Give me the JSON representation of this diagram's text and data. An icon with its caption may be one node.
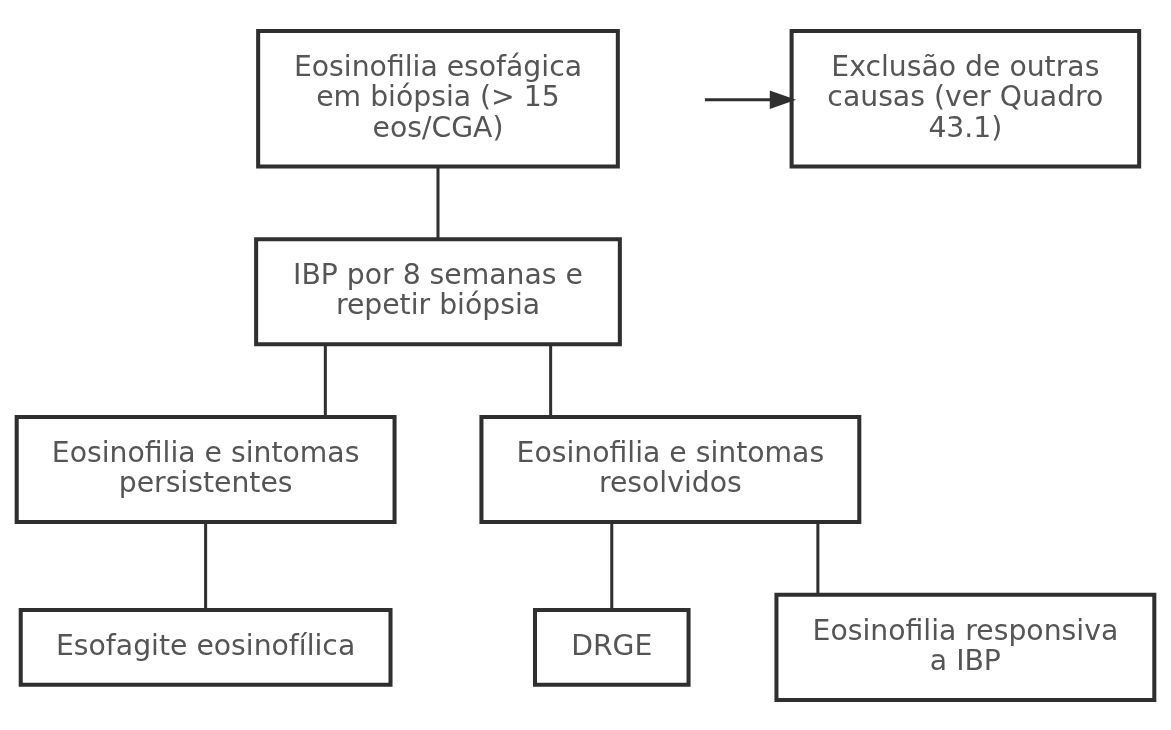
{
  "diagram": {
    "nodes": [
      {
        "text": [
          "Eosinofilia esofágica em biópsia (> 15 eos/CGA)"
        ]
      },
      {
        "text": [
          "Exclusão de outras causas (ver Quadro 43.1)"
        ]
      },
      {
        "text": [
          "IBP por 8 semanas e repetir biópsia"
        ]
      },
      {
        "text": [
          "Eosinofilia e sintomas persistentes"
        ]
      },
      {
        "text": [
          "Eosinofilia e sintomas resolvidos"
        ]
      },
      {
        "text": [
          "Esofagite eosinofílica"
        ]
      },
      {
        "text": [
          "DRGE"
        ]
      },
      {
        "text": [
          "Eosinofilia responsiva a IBP"
        ]
      }
    ],
    "edges": [
      {
        "from": 0,
        "to": 2,
        "arrow": "none"
      },
      {
        "from": 2,
        "to": 3,
        "arrow": "none"
      },
      {
        "from": 2,
        "to": 4,
        "arrow": "none"
      },
      {
        "from": 3,
        "to": 5,
        "arrow": "none"
      },
      {
        "from": 4,
        "to": 6,
        "arrow": "none"
      },
      {
        "from": 4,
        "to": 7,
        "arrow": "none"
      },
      {
        "from": null,
        "to": 1,
        "arrow": "to"
      }
    ]
  }
}
